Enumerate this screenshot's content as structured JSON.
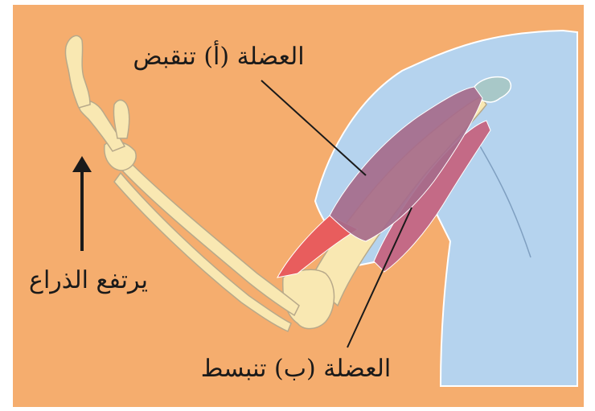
{
  "labels": {
    "muscle_a": "العضلة (أ) تنقبض",
    "muscle_b": "العضلة (ب) تنبسط",
    "arm_rises": "يرتفع الذراع"
  },
  "colors": {
    "background": "#f5ad6e",
    "shirt": "#b5d3ee",
    "bone": "#f9e8b2",
    "muscle_a": "#a66b8b",
    "muscle_b": "#c46a86",
    "tendon_red": "#e85d5d"
  }
}
